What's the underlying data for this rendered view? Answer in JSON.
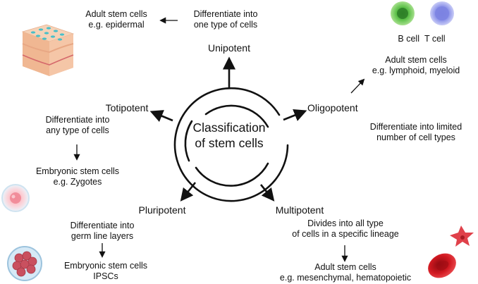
{
  "center": {
    "line1": "Classification",
    "line2": "of stem cells"
  },
  "unipotent": {
    "name": "Unipotent",
    "description": [
      "Differentiate into",
      "one type of cells"
    ],
    "example": [
      "Adult stem cells",
      "e.g. epidermal"
    ]
  },
  "oligopotent": {
    "name": "Oligopotent",
    "description": [
      "Differentiate into limited",
      "number of cell types"
    ],
    "example": [
      "Adult stem cells",
      "e.g. lymphoid, myeloid"
    ],
    "cell_labels": [
      "B cell",
      "T cell"
    ]
  },
  "multipotent": {
    "name": "Multipotent",
    "description": [
      "Divides into all type",
      "of cells in a specific lineage"
    ],
    "example": [
      "Adult stem cells",
      "e.g. mesenchymal, hematopoietic"
    ]
  },
  "pluripotent": {
    "name": "Pluripotent",
    "description": [
      "Differentiate into",
      "germ line layers"
    ],
    "example": [
      "Embryonic stem cells",
      "IPSCs"
    ]
  },
  "totipotent": {
    "name": "Totipotent",
    "description": [
      "Differentiate into",
      "any type of cells"
    ],
    "example": [
      "Embryonic stem cells",
      "e.g. Zygotes"
    ]
  },
  "colors": {
    "b_cell": "#4caf3c",
    "t_cell": "#7b82e0",
    "red_cell": "#c8141e",
    "skin_top": "#f6c9a3",
    "skin_dots": "#4fc1c9"
  }
}
